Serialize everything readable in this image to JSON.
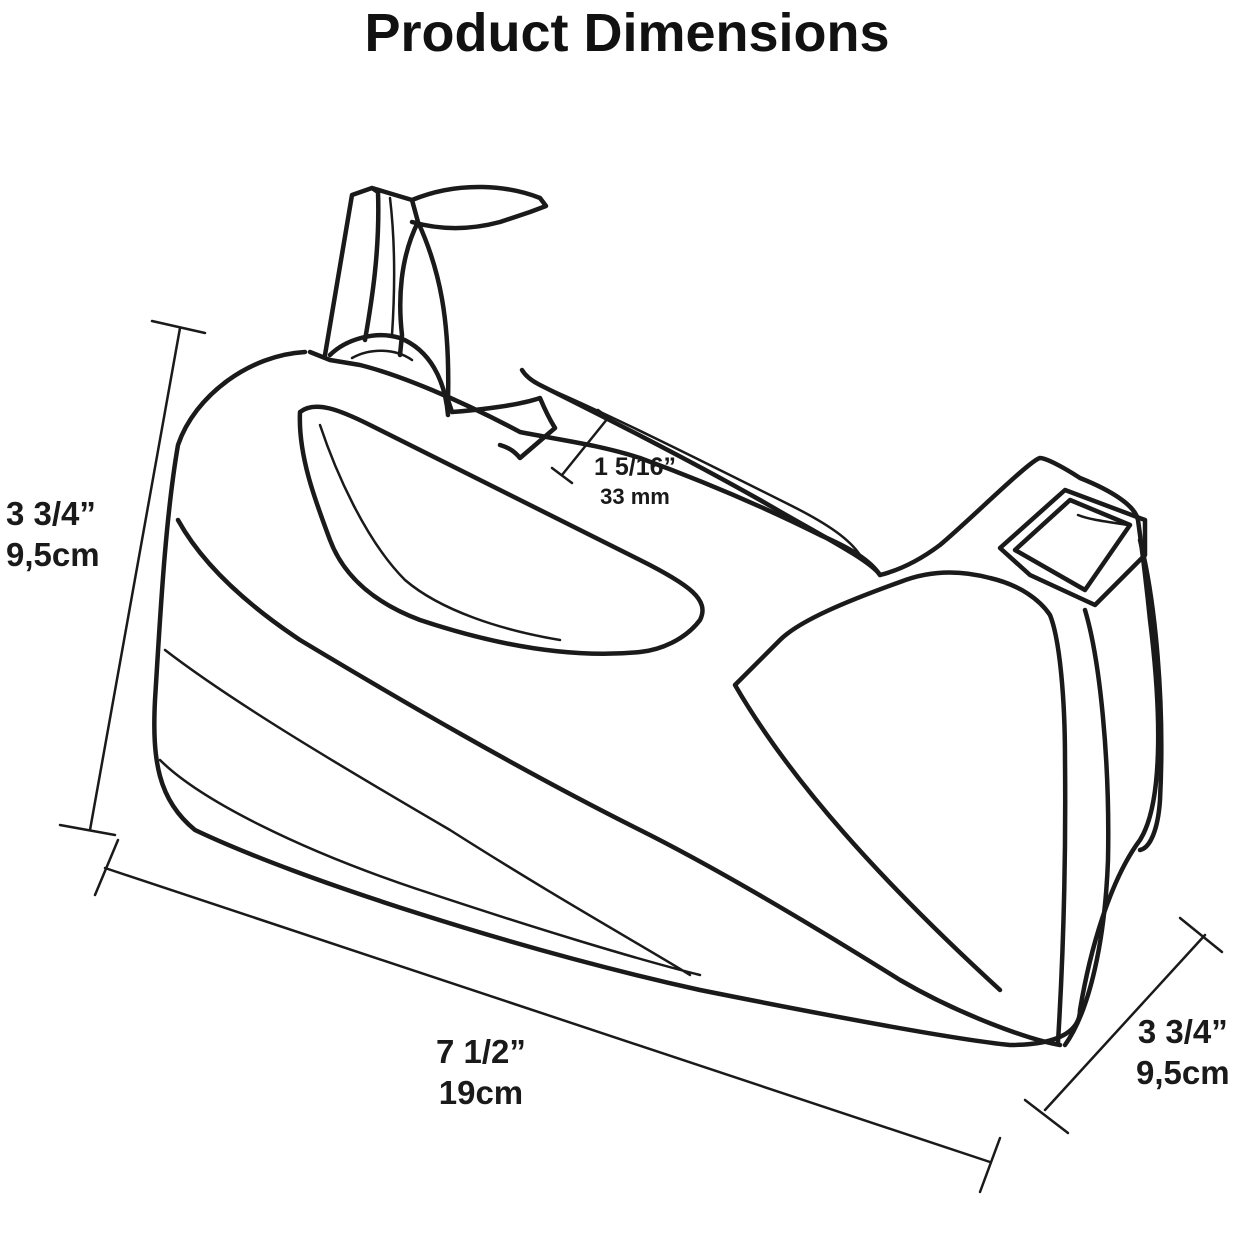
{
  "title": "Product Dimensions",
  "dimensions": {
    "height": {
      "imperial": "3 3/4”",
      "metric": "9,5cm"
    },
    "length": {
      "imperial": "7 1/2”",
      "metric": "19cm"
    },
    "width": {
      "imperial": "3 3/4”",
      "metric": "9,5cm"
    },
    "tape_core": {
      "imperial": "1 5/16”",
      "metric": "33 mm"
    }
  },
  "colors": {
    "line": "#1a1a1a",
    "background": "#ffffff"
  }
}
